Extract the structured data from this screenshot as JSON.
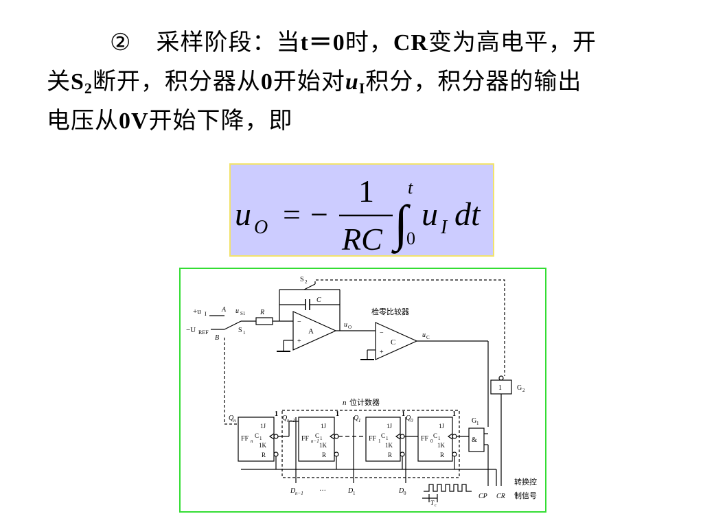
{
  "paragraph": {
    "line1": {
      "circled": "②",
      "a": "采样阶段：当",
      "t_eq": "t＝0",
      "b": "时，",
      "cr": "CR",
      "c": "变为高电平，开"
    },
    "line2": {
      "a": "关",
      "s": "S",
      "s_sub": "2",
      "b": "断开，积分器从",
      "zero": "0",
      "c": "开始对",
      "u": "u",
      "u_sub": "I",
      "d": "积分，积分器的输出"
    },
    "line3": {
      "a": "电压从",
      "ov": "0V",
      "b": "开始下降，即"
    }
  },
  "formula": {
    "lhs_var": "u",
    "lhs_sub": "O",
    "equals": "=",
    "minus": "−",
    "numerator": "1",
    "denominator": "RC",
    "integral": "∫",
    "upper": "t",
    "lower": "0",
    "integrand_var": "u",
    "integrand_sub": "I",
    "differential": "dt"
  },
  "circuit": {
    "input_plus": "+u",
    "input_plus_sub": "I",
    "input_minus": "−U",
    "input_minus_sub": "REF",
    "node_a": "A",
    "node_b": "B",
    "us1": "u",
    "us1_sub": "S1",
    "resistor": "R",
    "switch1": "S",
    "switch1_sub": "1",
    "switch2": "S",
    "switch2_sub": "2",
    "capacitor": "C",
    "integrator": "A",
    "uo": "u",
    "uo_sub": "O",
    "zero_comparator_title": "检零比较器",
    "comparator": "C",
    "uc": "u",
    "uc_sub": "C",
    "gate2_symbol": "1",
    "gate2_name": "G",
    "gate2_sub": "2",
    "counter_title": "位计数器",
    "counter_n": "n",
    "gate1_symbol": "&",
    "gate1_name": "G",
    "gate1_sub": "1",
    "ffs": [
      {
        "name": "FF",
        "sub": "n",
        "q": "Q",
        "q_sub": "n"
      },
      {
        "name": "FF",
        "sub": "n−1",
        "q": "Q",
        "q_sub": "n−1"
      },
      {
        "name": "FF",
        "sub": "1",
        "q": "Q",
        "q_sub": "1"
      },
      {
        "name": "FF",
        "sub": "0",
        "q": "Q",
        "q_sub": "0"
      }
    ],
    "ff_labels": {
      "j": "1J",
      "c": "C",
      "c_sub": "1",
      "k": "1K",
      "r": "R",
      "one": "1"
    },
    "d_labels": [
      "D",
      "n−1",
      "···",
      "D",
      "1",
      "D",
      "0"
    ],
    "tc": "T",
    "tc_sub": "c",
    "cp": "CP",
    "cr": "CR",
    "control_line1": "转换控",
    "control_line2": "制信号",
    "opamp_minus": "−",
    "opamp_plus": "+"
  }
}
